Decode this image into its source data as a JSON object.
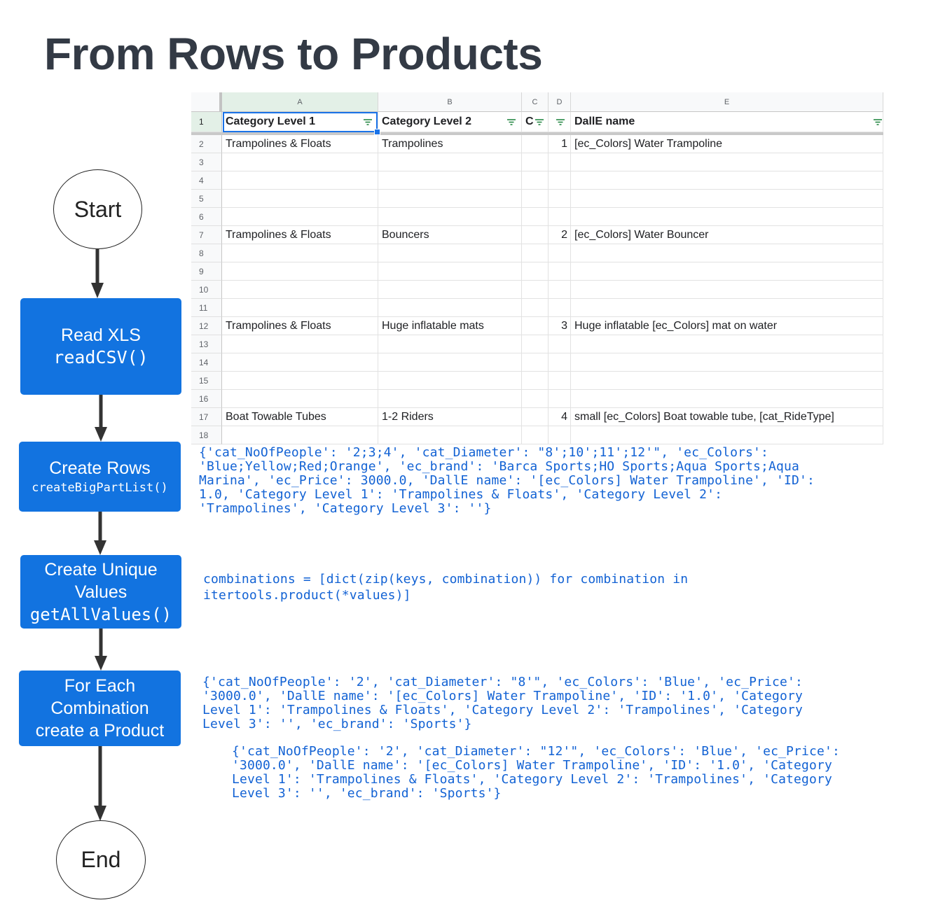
{
  "title": "From Rows to Products",
  "flowchart": {
    "start": "Start",
    "end": "End",
    "steps": [
      {
        "line1": "Read XLS",
        "line2": "readCSV()"
      },
      {
        "line1": "Create Rows",
        "line2": "createBigPartList()"
      },
      {
        "line1": "Create Unique",
        "line2": "Values",
        "line3": "getAllValues()"
      },
      {
        "line1": "For Each",
        "line2": "Combination",
        "line3": "create a Product"
      }
    ]
  },
  "spreadsheet": {
    "columns": [
      "A",
      "B",
      "C",
      "D",
      "E"
    ],
    "header_row_number": "1",
    "headers": [
      "Category Level 1",
      "Category Level 2",
      "C",
      "",
      "DallE name"
    ],
    "rows": [
      {
        "n": "2",
        "a": "Trampolines & Floats",
        "b": "Trampolines",
        "d": "1",
        "e": "[ec_Colors] Water Trampoline"
      },
      {
        "n": "3"
      },
      {
        "n": "4"
      },
      {
        "n": "5"
      },
      {
        "n": "6"
      },
      {
        "n": "7",
        "a": "Trampolines & Floats",
        "b": "Bouncers",
        "d": "2",
        "e": "[ec_Colors] Water Bouncer"
      },
      {
        "n": "8"
      },
      {
        "n": "9"
      },
      {
        "n": "10"
      },
      {
        "n": "11"
      },
      {
        "n": "12",
        "a": "Trampolines & Floats",
        "b": "Huge inflatable mats",
        "d": "3",
        "e": "Huge inflatable [ec_Colors] mat on water"
      },
      {
        "n": "13"
      },
      {
        "n": "14"
      },
      {
        "n": "15"
      },
      {
        "n": "16"
      },
      {
        "n": "17",
        "a": "Boat Towable Tubes",
        "b": "1-2 Riders",
        "d": "4",
        "e": "small [ec_Colors] Boat towable tube, [cat_RideType]"
      },
      {
        "n": "18"
      }
    ]
  },
  "code": {
    "rows_example": "{'cat_NoOfPeople': '2;3;4', 'cat_Diameter': \"8';10';11';12'\", 'ec_Colors':\n'Blue;Yellow;Red;Orange', 'ec_brand': 'Barca Sports;HO Sports;Aqua Sports;Aqua\nMarina', 'ec_Price': 3000.0, 'DallE name': '[ec_Colors] Water Trampoline', 'ID':\n1.0, 'Category Level 1': 'Trampolines & Floats', 'Category Level 2':\n'Trampolines', 'Category Level 3': ''}",
    "combinations": "combinations = [dict(zip(keys, combination)) for combination in\nitertools.product(*values)]",
    "product1": "{'cat_NoOfPeople': '2', 'cat_Diameter': \"8'\", 'ec_Colors': 'Blue', 'ec_Price':\n'3000.0', 'DallE name': '[ec_Colors] Water Trampoline', 'ID': '1.0', 'Category\nLevel 1': 'Trampolines & Floats', 'Category Level 2': 'Trampolines', 'Category\nLevel 3': '', 'ec_brand': 'Sports'}",
    "product2": "{'cat_NoOfPeople': '2', 'cat_Diameter': \"12'\", 'ec_Colors': 'Blue', 'ec_Price':\n'3000.0', 'DallE name': '[ec_Colors] Water Trampoline', 'ID': '1.0', 'Category\nLevel 1': 'Trampolines & Floats', 'Category Level 2': 'Trampolines', 'Category\nLevel 3': '', 'ec_brand': 'Sports'}"
  },
  "colors": {
    "box": "#1273e0",
    "code": "#1262d4",
    "title": "#333a45",
    "header_highlight": "#e3f0e7"
  }
}
